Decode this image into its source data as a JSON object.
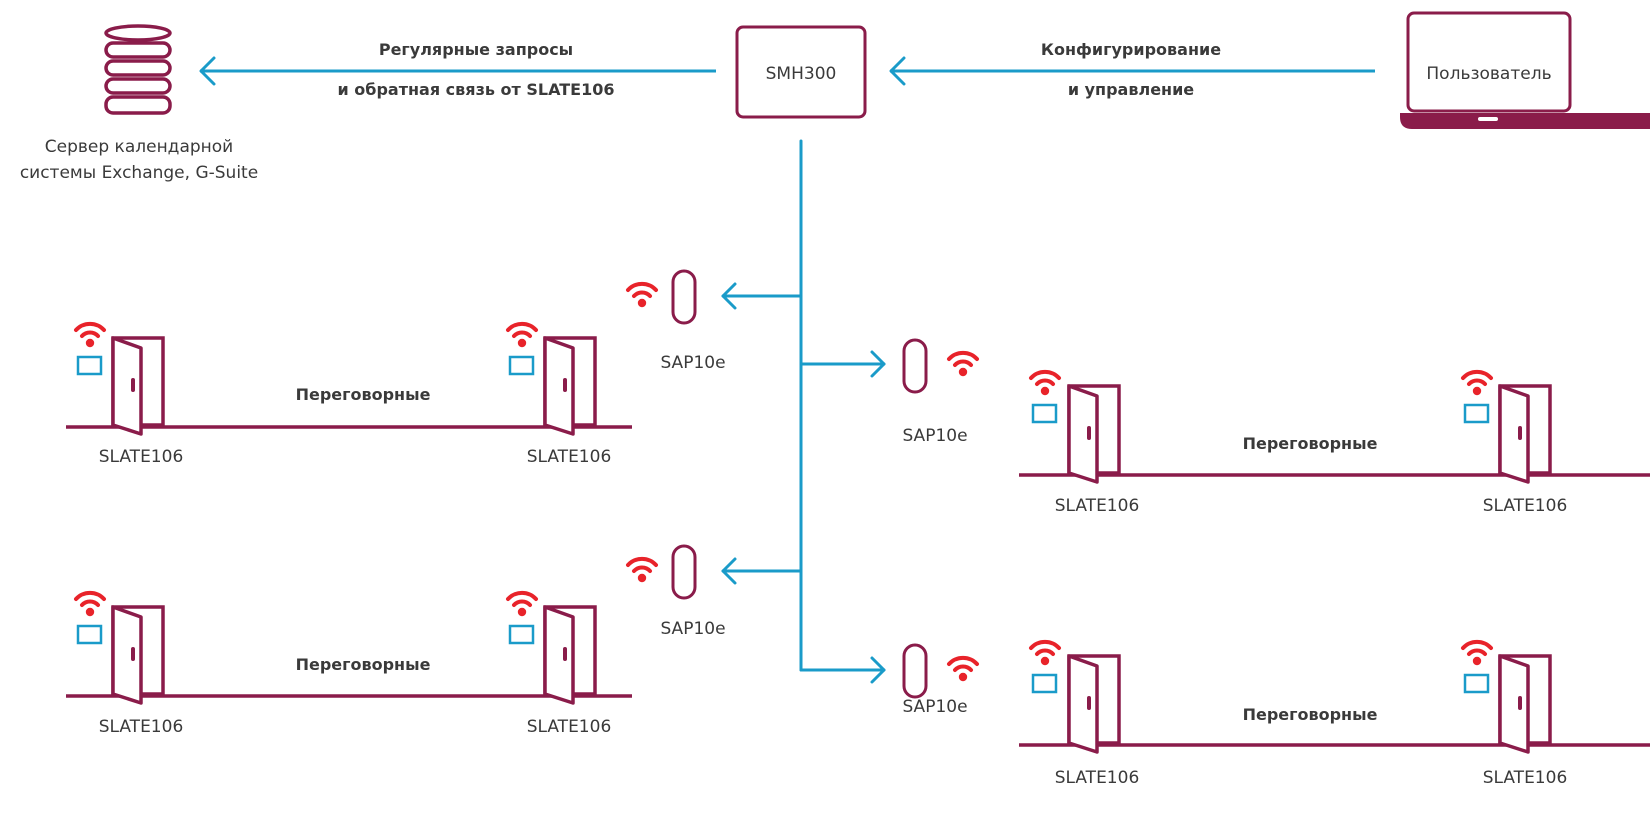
{
  "colors": {
    "primary": "#8a1c4a",
    "link": "#1a9bc9",
    "wifi": "#e8232a",
    "panel": "#1a9bc9",
    "text": "#3a3a3a"
  },
  "server": {
    "icon": "database-icon",
    "label_line1": "Сервер календарной",
    "label_line2": "системы Exchange, G-Suite"
  },
  "hub": {
    "label": "SMH300"
  },
  "user": {
    "icon": "laptop-icon",
    "label": "Пользователь"
  },
  "links": {
    "requests_line1": "Регулярные запросы",
    "requests_line2": "и обратная связь от SLATE106",
    "config_line1": "Конфигурирование",
    "config_line2": "и управление"
  },
  "access_points": [
    {
      "label": "SAP10e"
    },
    {
      "label": "SAP10e"
    },
    {
      "label": "SAP10e"
    },
    {
      "label": "SAP10e"
    }
  ],
  "rooms": [
    {
      "title": "Переговорные",
      "left_device": "SLATE106",
      "right_device": "SLATE106"
    },
    {
      "title": "Переговорные",
      "left_device": "SLATE106",
      "right_device": "SLATE106"
    },
    {
      "title": "Переговорные",
      "left_device": "SLATE106",
      "right_device": "SLATE106"
    },
    {
      "title": "Переговорные",
      "left_device": "SLATE106",
      "right_device": "SLATE106"
    }
  ]
}
